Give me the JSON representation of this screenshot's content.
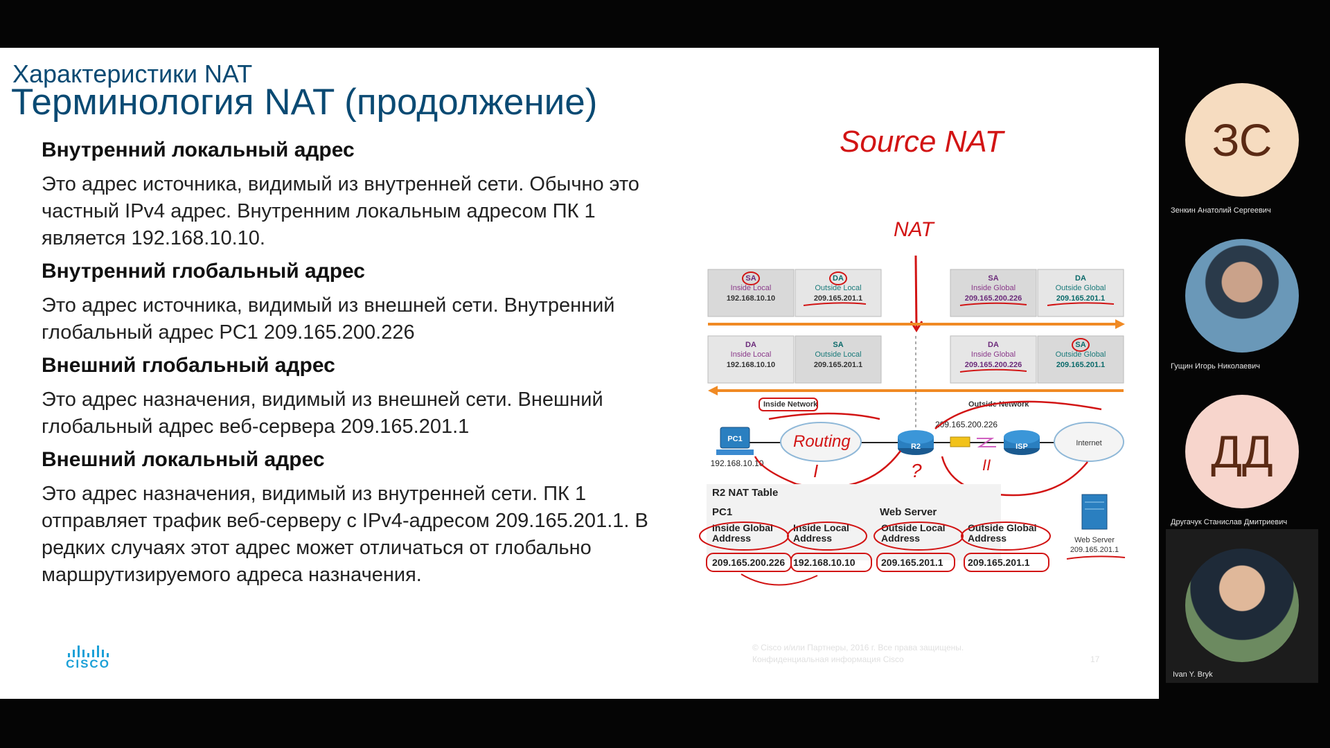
{
  "slide": {
    "subtitle": "Характеристики NAT",
    "title": "Терминология NAT (продолжение)",
    "sections": [
      {
        "heading": "Внутренний локальный адрес",
        "text": "Это адрес источника, видимый из внутренней сети. Обычно это частный IPv4 адрес. Внутренним локальным адресом ПК 1 является 192.168.10.10."
      },
      {
        "heading": "Внутренний глобальный адрес",
        "text": "Это адрес источника, видимый из внешней сети. Внутренний глобальный адрес PC1 209.165.200.226"
      },
      {
        "heading": "Внешний глобальный адрес",
        "text": "Это адрес назначения, видимый из внешней сети. Внешний глобальный адрес веб-сервера 209.165.201.1"
      },
      {
        "heading": "Внешний локальный адрес",
        "text": "Это адрес назначения, видимый из внутренней сети. ПК 1 отправляет трафик веб-серверу с IPv4-адресом 209.165.201.1. В редких случаях этот адрес может отличаться от глобально маршрутизируемого адреса назначения."
      }
    ],
    "logo_text": "CISCO",
    "footer_line1": "© Cisco и/или Партнеры, 2016 г. Все права защищены.",
    "footer_line2": "Конфиденциальная информация Cisco",
    "slide_number": "17"
  },
  "diagram": {
    "annot_source_nat": "Source NAT",
    "annot_nat": "NAT",
    "annot_routing": "Routing",
    "annot_I": "I",
    "annot_II": "II",
    "annot_q": "?",
    "row1": [
      {
        "tag": "SA",
        "label": "Inside Local",
        "addr": "192.168.10.10"
      },
      {
        "tag": "DA",
        "label": "Outside Local",
        "addr": "209.165.201.1"
      },
      {
        "tag": "SA",
        "label": "Inside Global",
        "addr": "209.165.200.226"
      },
      {
        "tag": "DA",
        "label": "Outside Global",
        "addr": "209.165.201.1"
      }
    ],
    "row2": [
      {
        "tag": "DA",
        "label": "Inside Local",
        "addr": "192.168.10.10"
      },
      {
        "tag": "SA",
        "label": "Outside Local",
        "addr": "209.165.201.1"
      },
      {
        "tag": "DA",
        "label": "Inside Global",
        "addr": "209.165.200.226"
      },
      {
        "tag": "SA",
        "label": "Outside Global",
        "addr": "209.165.201.1"
      }
    ],
    "inside_network": "Inside Network",
    "outside_network": "Outside Network",
    "pc1_label": "PC1",
    "pc1_ip": "192.168.10.10",
    "r2_label": "R2",
    "r2_ip": "209.165.200.226",
    "isp_label": "ISP",
    "internet_label": "Internet",
    "web_server_label": "Web Server",
    "web_server_ip": "209.165.201.1",
    "nat_table": {
      "title": "R2 NAT Table",
      "group_pc1": "PC1",
      "group_web": "Web Server",
      "headers": [
        [
          "Inside Global",
          "Address"
        ],
        [
          "Inside Local",
          "Address"
        ],
        [
          "Outside Local",
          "Address"
        ],
        [
          "Outside Global",
          "Address"
        ]
      ],
      "values": [
        "209.165.200.226",
        "192.168.10.10",
        "209.165.201.1",
        "209.165.201.1"
      ]
    }
  },
  "participants": [
    {
      "initials": "ЗС",
      "name": "Зенкин Анатолий Сергеевич",
      "color": "#f6dcc0"
    },
    {
      "initials": "",
      "name": "Гущин Игорь Николаевич",
      "color": "#5a86a8"
    },
    {
      "initials": "ДД",
      "name": "Другачук Станислав Дмитриевич",
      "color": "#f7d5cc"
    },
    {
      "initials": "",
      "name": "Ivan Y. Bryk",
      "color": "#3b4a54"
    }
  ]
}
